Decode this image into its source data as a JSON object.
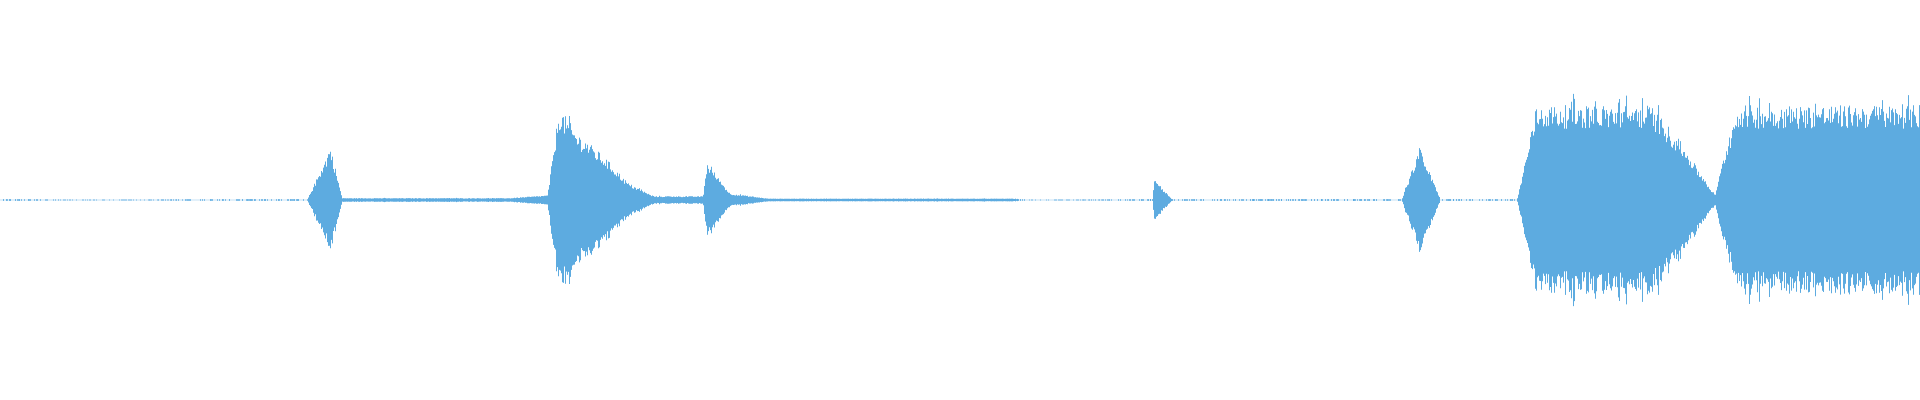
{
  "waveform": {
    "color": "#5dabe0",
    "background": "#ffffff",
    "sample_rate_label": "",
    "amplitude_envelope": [
      {
        "t": 0.0,
        "a": 0.01
      },
      {
        "t": 0.01,
        "a": 0.01
      },
      {
        "t": 0.05,
        "a": 0.003
      },
      {
        "t": 0.112,
        "a": 0.01
      },
      {
        "t": 0.16,
        "a": 0.01
      },
      {
        "t": 0.172,
        "a": 0.56,
        "spike": true
      },
      {
        "t": 0.178,
        "a": 0.02
      },
      {
        "t": 0.265,
        "a": 0.02
      },
      {
        "t": 0.285,
        "a": 0.05
      },
      {
        "t": 0.291,
        "a": 0.98
      },
      {
        "t": 0.3,
        "a": 0.72
      },
      {
        "t": 0.315,
        "a": 0.45
      },
      {
        "t": 0.327,
        "a": 0.18
      },
      {
        "t": 0.34,
        "a": 0.04
      },
      {
        "t": 0.366,
        "a": 0.04
      },
      {
        "t": 0.368,
        "a": 0.4
      },
      {
        "t": 0.38,
        "a": 0.07
      },
      {
        "t": 0.4,
        "a": 0.015
      },
      {
        "t": 0.527,
        "a": 0.015
      },
      {
        "t": 0.54,
        "a": 0.003
      },
      {
        "t": 0.6,
        "a": 0.01
      },
      {
        "t": 0.601,
        "a": 0.22,
        "spike": true
      },
      {
        "t": 0.61,
        "a": 0.01
      },
      {
        "t": 0.73,
        "a": 0.01
      },
      {
        "t": 0.739,
        "a": 0.56,
        "spike": true
      },
      {
        "t": 0.75,
        "a": 0.01
      },
      {
        "t": 0.79,
        "a": 0.01
      },
      {
        "t": 0.795,
        "a": 0.5
      },
      {
        "t": 0.8,
        "a": 1.0
      },
      {
        "t": 0.86,
        "a": 1.0
      },
      {
        "t": 0.875,
        "a": 0.62
      },
      {
        "t": 0.885,
        "a": 0.3
      },
      {
        "t": 0.893,
        "a": 0.05
      },
      {
        "t": 0.898,
        "a": 0.5
      },
      {
        "t": 0.905,
        "a": 1.0
      },
      {
        "t": 1.0,
        "a": 1.0
      }
    ]
  }
}
